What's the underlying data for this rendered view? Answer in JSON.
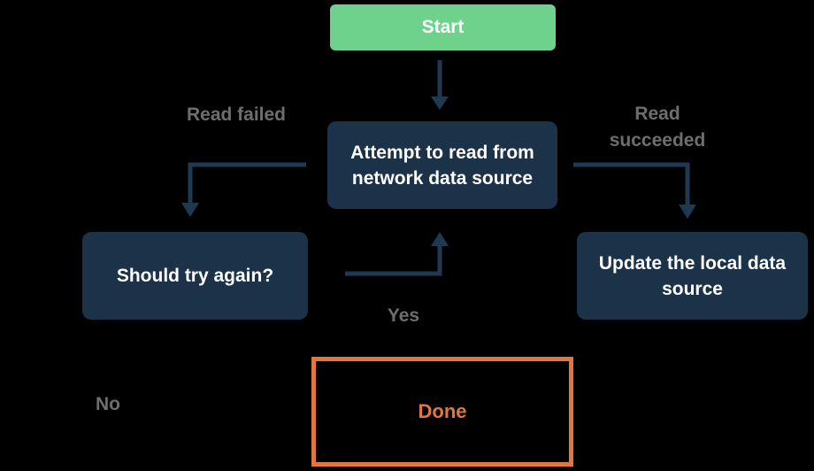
{
  "background": "#000000",
  "colors": {
    "start_fill": "#6ed28c",
    "node_fill": "#1b3248",
    "node_text": "#ffffff",
    "arrow": "#1e3a52",
    "edge_label_text": "#6e6e6e",
    "done_accent": "#e2763f"
  },
  "nodes": {
    "start": {
      "label": "Start"
    },
    "attempt": {
      "label": "Attempt to read from network data source"
    },
    "retry": {
      "label": "Should try again?"
    },
    "update": {
      "label": "Update the local data source"
    },
    "done": {
      "label": "Done"
    }
  },
  "edge_labels": {
    "read_failed": "Read failed",
    "read_succeeded": "Read succeeded",
    "yes": "Yes",
    "no": "No"
  }
}
